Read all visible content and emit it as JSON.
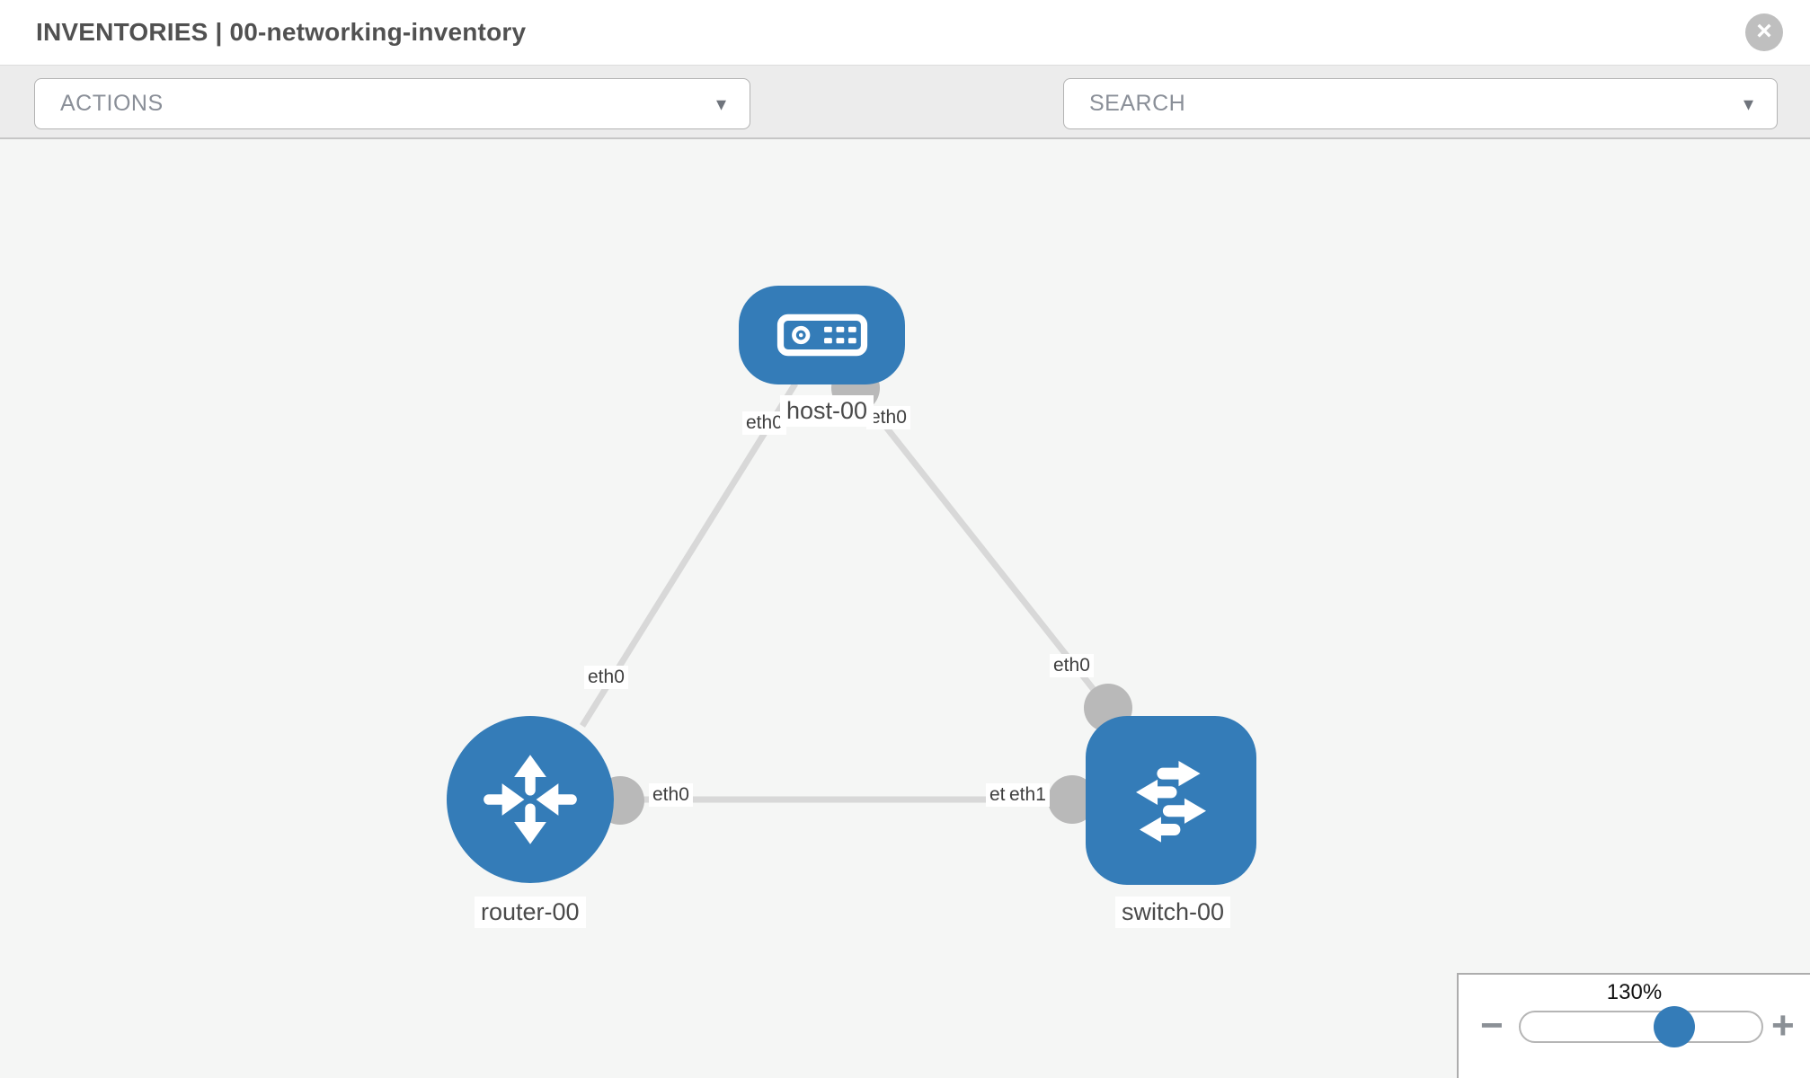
{
  "header": {
    "title": "INVENTORIES | 00-networking-inventory",
    "close_glyph": "×"
  },
  "toolbar": {
    "actions_label": "ACTIONS",
    "search_label": "SEARCH",
    "caret_glyph": "▾",
    "icons": [
      "wrench-icon",
      "key-icon"
    ]
  },
  "canvas": {
    "nodes": [
      {
        "id": "host-00",
        "type": "host",
        "label": "host-00"
      },
      {
        "id": "router-00",
        "type": "router",
        "label": "router-00"
      },
      {
        "id": "switch-00",
        "type": "switch",
        "label": "switch-00"
      }
    ],
    "links": [
      {
        "from": "host-00",
        "from_interface": "eth0",
        "to": "router-00",
        "to_interface": "eth0"
      },
      {
        "from": "host-00",
        "from_interface": "eth0",
        "to": "switch-00",
        "to_interface": "eth0"
      },
      {
        "from": "router-00",
        "from_interface": "eth0",
        "to": "switch-00",
        "to_interface": "eth1"
      }
    ],
    "labels": {
      "host_name": "host-00",
      "router_name": "router-00",
      "switch_name": "switch-00",
      "host_if_left": "eth0",
      "host_if_right": "eth0",
      "router_if_top": "eth0",
      "switch_if_top": "eth0",
      "router_if_right": "eth0",
      "switch_if_left_back": "eth1",
      "switch_if_left_front": "eth1"
    }
  },
  "zoom_panel": {
    "level": "130%",
    "minus_glyph": "−",
    "plus_glyph": "+"
  },
  "colors": {
    "node_blue": "#347cb8",
    "edge_gray": "#d8d8d8",
    "dot_gray": "#b9b9b9",
    "canvas_bg": "#f5f6f5",
    "toolbar_bg": "#ececec"
  }
}
